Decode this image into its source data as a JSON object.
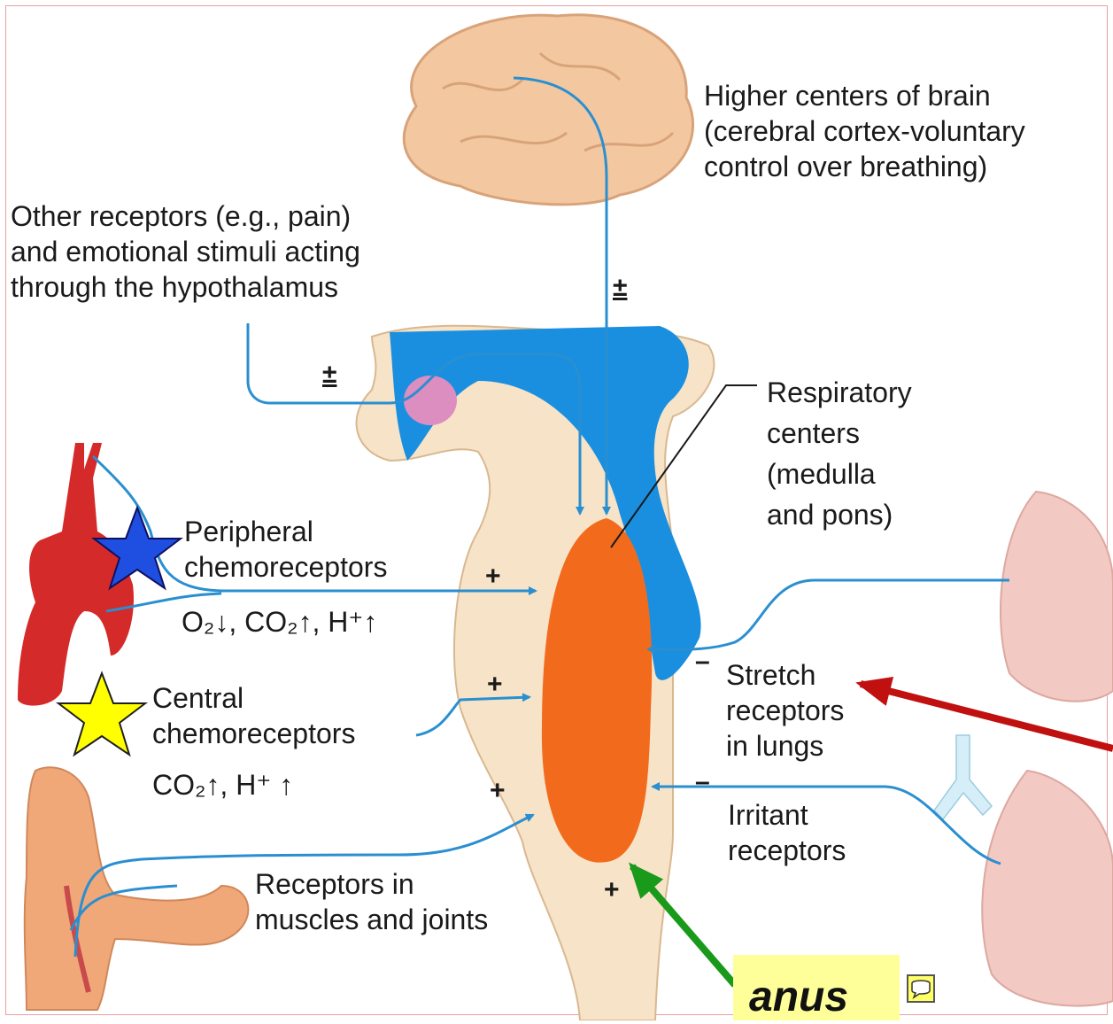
{
  "labels": {
    "higher_centers": "Higher centers of brain\n(cerebral cortex-voluntary\ncontrol over breathing)",
    "other_receptors": "Other receptors (e.g., pain)\nand emotional stimuli acting\nthrough the hypothalamus",
    "respiratory_centers": "Respiratory\ncenters\n(medulla\nand pons)",
    "peripheral": "Peripheral\nchemoreceptors",
    "peripheral_sub": "O₂↓, CO₂↑, H⁺↑",
    "central": "Central\nchemoreceptors",
    "central_sub": "CO₂↑, H⁺ ↑",
    "stretch": "Stretch\nreceptors\nin lungs",
    "irritant": "Irritant\nreceptors",
    "muscles": "Receptors in\nmuscles and joints"
  },
  "signs": {
    "plus_minus": "±",
    "plus": "+",
    "minus": "–"
  },
  "annotation": {
    "text": "anus",
    "highlight_color": "#ffff99"
  },
  "icons": [
    "blue-star-icon",
    "yellow-star-icon",
    "comment-icon",
    "red-arrow",
    "green-arrow"
  ],
  "colors": {
    "brainstem_blue": "#1a8fe0",
    "respiratory_orange": "#f26b1d",
    "tissue_beige": "#f7e3c8",
    "brain": "#f3c8a0",
    "artery_red": "#d42a2a",
    "lung_pink": "#f3c9c3",
    "arm": "#f0a878",
    "nerve_line": "#2a8fd0",
    "red_arrow": "#c01010",
    "green_arrow": "#1a9a1a",
    "blue_star": "#1f4fe0",
    "yellow_star": "#ffff00"
  }
}
